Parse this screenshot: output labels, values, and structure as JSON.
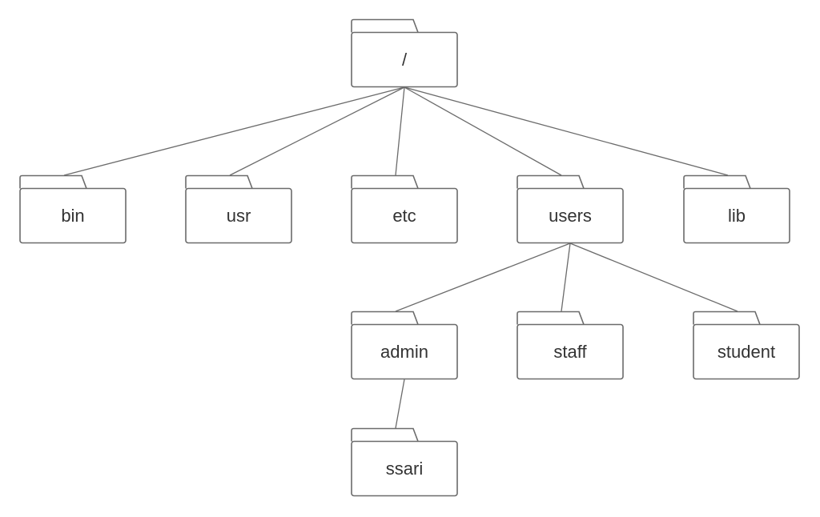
{
  "tree": {
    "nodes": [
      {
        "id": "root",
        "label": "/"
      },
      {
        "id": "bin",
        "label": "bin"
      },
      {
        "id": "usr",
        "label": "usr"
      },
      {
        "id": "etc",
        "label": "etc"
      },
      {
        "id": "users",
        "label": "users"
      },
      {
        "id": "lib",
        "label": "lib"
      },
      {
        "id": "admin",
        "label": "admin"
      },
      {
        "id": "staff",
        "label": "staff"
      },
      {
        "id": "student",
        "label": "student"
      },
      {
        "id": "ssari",
        "label": "ssari"
      }
    ],
    "edges": [
      {
        "from": "root",
        "to": "bin"
      },
      {
        "from": "root",
        "to": "usr"
      },
      {
        "from": "root",
        "to": "etc"
      },
      {
        "from": "root",
        "to": "users"
      },
      {
        "from": "root",
        "to": "lib"
      },
      {
        "from": "users",
        "to": "admin"
      },
      {
        "from": "users",
        "to": "staff"
      },
      {
        "from": "users",
        "to": "student"
      },
      {
        "from": "admin",
        "to": "ssari"
      }
    ]
  },
  "colors": {
    "stroke": "#6b6b6b",
    "fill": "#ffffff",
    "text": "#333333"
  }
}
